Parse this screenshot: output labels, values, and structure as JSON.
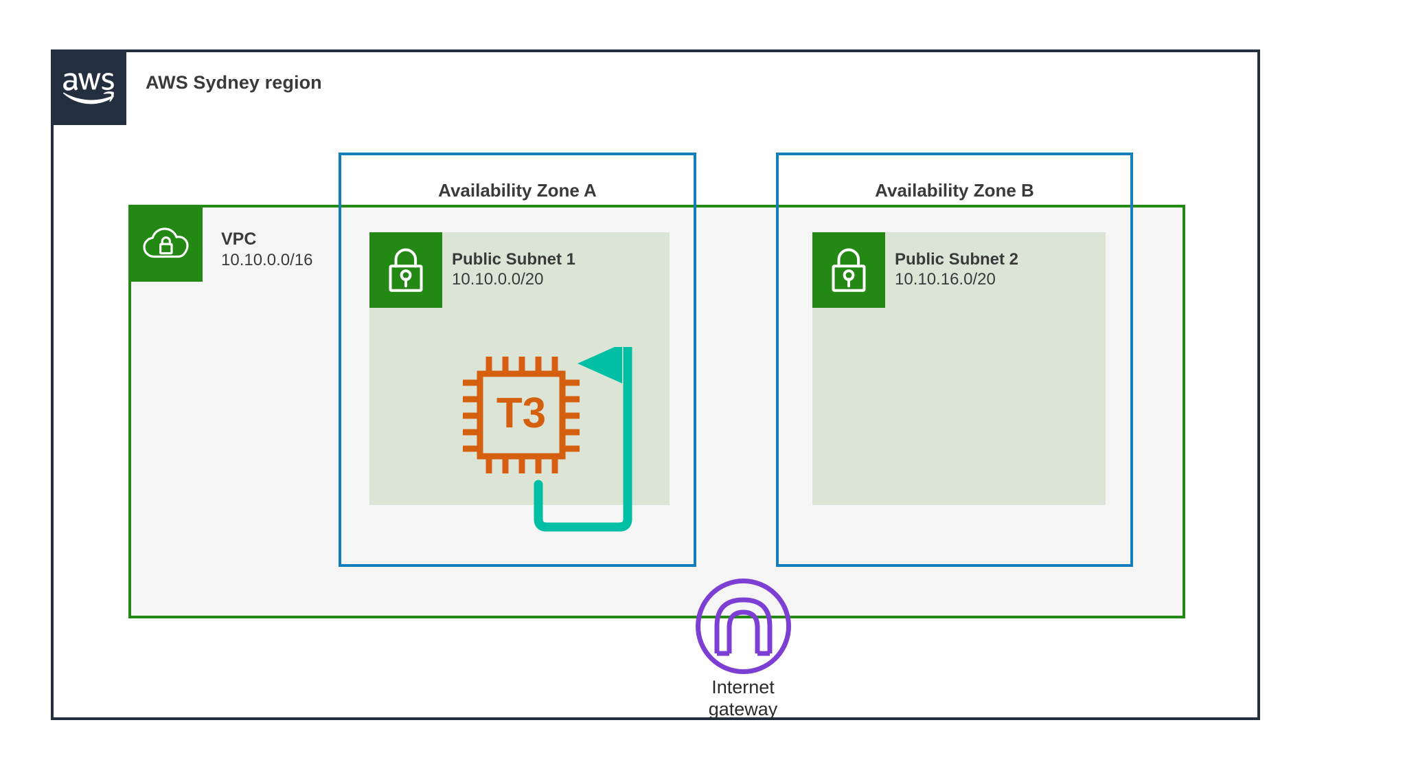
{
  "region": {
    "title": "AWS Sydney region",
    "logo_icon": "aws-logo-icon",
    "border_color": "#232F3E",
    "badge_color": "#232F3E"
  },
  "vpc": {
    "title": "VPC",
    "cidr": "10.10.0.0/16",
    "icon": "vpc-cloud-lock-icon",
    "border_color": "#248814",
    "fill_color": "#F5F5F5",
    "icon_color": "#248814"
  },
  "availability_zones": [
    {
      "title": "Availability Zone A",
      "border_color": "#147EBA",
      "subnet": {
        "title": "Public Subnet 1",
        "cidr": "10.10.0.0/20",
        "icon": "padlock-icon",
        "fill_color": "#DCE5D5",
        "icon_color": "#248814"
      },
      "instance": {
        "label": "T3",
        "icon": "cpu-chip-icon",
        "color": "#D4600F",
        "connector": {
          "icon": "loopback-arrow-icon",
          "color": "#00BFA5"
        }
      }
    },
    {
      "title": "Availability Zone B",
      "border_color": "#147EBA",
      "subnet": {
        "title": "Public Subnet 2",
        "cidr": "10.10.16.0/20",
        "icon": "padlock-icon",
        "fill_color": "#DCE5D5",
        "icon_color": "#248814"
      },
      "instance": null
    }
  ],
  "internet_gateway": {
    "label_line1": "Internet",
    "label_line2": "gateway",
    "icon": "internet-gateway-icon",
    "color": "#7D3FD3"
  }
}
